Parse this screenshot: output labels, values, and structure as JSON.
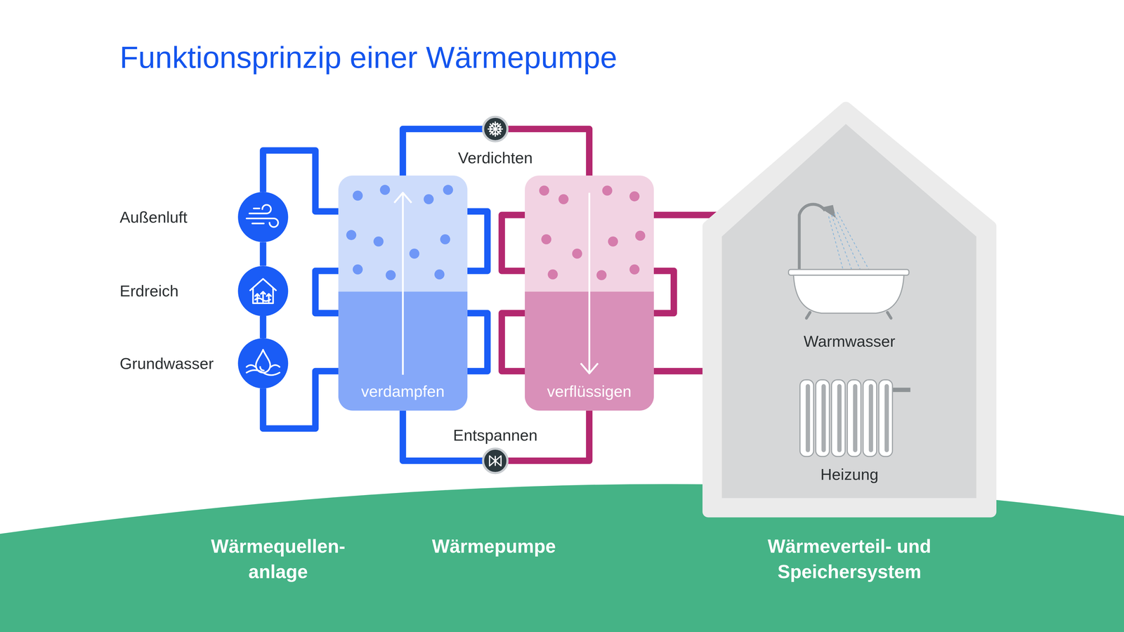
{
  "diagram": {
    "title": "Funktionsprinzip einer Wärmepumpe",
    "nodes": [
      {
        "text": [
          "Außenluft"
        ]
      },
      {
        "text": [
          "Erdreich"
        ]
      },
      {
        "text": [
          "Grundwasser"
        ]
      },
      {
        "text": [
          "verdampfen"
        ]
      },
      {
        "text": [
          "Verdichten"
        ]
      },
      {
        "text": [
          "verflüssigen"
        ]
      },
      {
        "text": [
          "Entspannen"
        ]
      },
      {
        "text": [
          "Warmwasser",
          "Heizung"
        ]
      }
    ],
    "edges": [
      {
        "from": 0,
        "to": 1,
        "arrow": "none"
      },
      {
        "from": 1,
        "to": 2,
        "arrow": "none"
      },
      {
        "from": 0,
        "to": 3,
        "arrow": "none"
      },
      {
        "from": 2,
        "to": 3,
        "arrow": "none"
      },
      {
        "from": 3,
        "to": 4,
        "arrow": "none"
      },
      {
        "from": 4,
        "to": 5,
        "arrow": "none"
      },
      {
        "from": 5,
        "to": 6,
        "arrow": "none"
      },
      {
        "from": 6,
        "to": 3,
        "arrow": "none"
      },
      {
        "from": 5,
        "to": 7,
        "arrow": "none"
      },
      {
        "from": 5,
        "to": 7,
        "arrow": "none"
      }
    ],
    "labels": [
      "Wärmequellen- anlage",
      "Wärmepumpe",
      "Wärmeverteil- und Speichersystem"
    ]
  }
}
